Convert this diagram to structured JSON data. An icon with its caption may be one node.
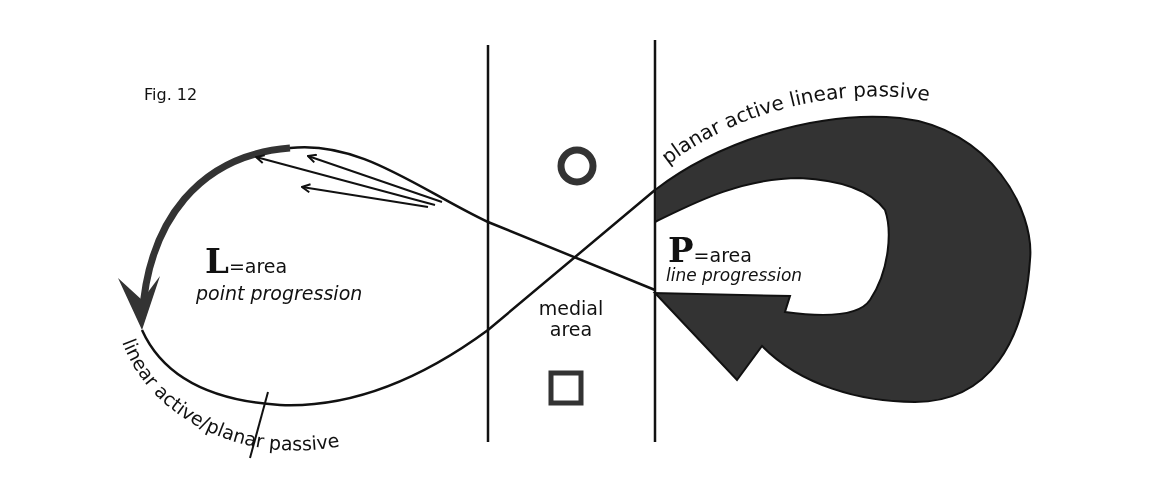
{
  "diagram": {
    "labels": [
      "Fig. 12",
      "**L**=area",
      "point progression",
      "planar active linear passive",
      "**P**=area",
      "line progression",
      "medial area",
      "linear active/planar passive"
    ]
  }
}
